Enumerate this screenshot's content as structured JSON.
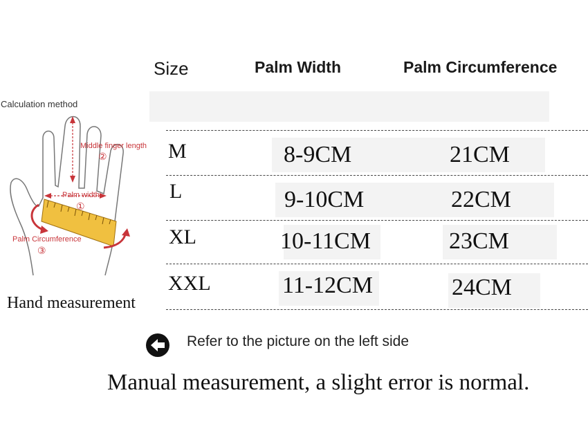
{
  "headers": {
    "size": "Size",
    "palm_width": "Palm Width",
    "palm_circumference": "Palm Circumference"
  },
  "rows": [
    {
      "size": "M",
      "palm_width": "8-9CM",
      "palm_circumference": "21CM"
    },
    {
      "size": "L",
      "palm_width": "9-10CM",
      "palm_circumference": "22CM"
    },
    {
      "size": "XL",
      "palm_width": "10-11CM",
      "palm_circumference": "23CM"
    },
    {
      "size": "XXL",
      "palm_width": "11-12CM",
      "palm_circumference": "24CM"
    }
  ],
  "diagram": {
    "calculation_method": "Calculation method",
    "middle_finger_length": "Middle finger length",
    "palm_width": "Palm width",
    "palm_circumference": "Palm Circumference",
    "marker_1": "①",
    "marker_2": "②",
    "marker_3": "③",
    "caption": "Hand measurement"
  },
  "refer_text": "Refer to the picture on the left side",
  "note": "Manual measurement, a slight error is normal.",
  "colors": {
    "accent_red": "#c8353a",
    "tape_yellow": "#f0c040",
    "cell_gray": "#f3f3f3"
  }
}
